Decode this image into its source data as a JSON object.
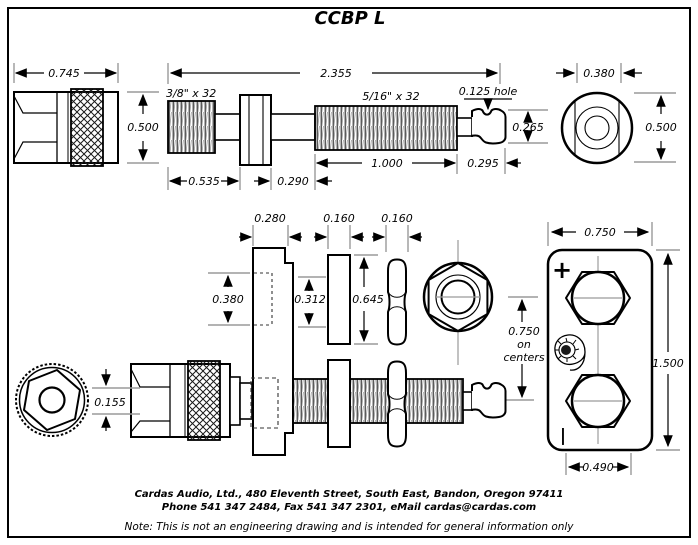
{
  "title": "CCBP L",
  "dims": {
    "cap_width": "0.745",
    "cap_height": "0.500",
    "overall_length": "2.355",
    "thread1_spec": "3/8\" x 32",
    "thread2_spec": "5/16\" x 32",
    "hole_note": "0.125 hole",
    "tip_height": "0.265",
    "thread2_length": "1.000",
    "tip_length": "0.295",
    "thread1_length": "0.535",
    "hex_length": "0.290",
    "front_flat": "0.380",
    "front_diameter": "0.500",
    "flange_width": "0.280",
    "washer_width": "0.160",
    "nut_width": "0.160",
    "flange_bore": "0.380",
    "washer_bore": "0.312",
    "washer_od": "0.645",
    "centers_value": "0.750",
    "centers_line2": "on",
    "centers_line3": "centers",
    "panel_width": "0.750",
    "panel_height": "1.500",
    "panel_hole_span": "0.490",
    "nut_hole": "0.155"
  },
  "marks": {
    "plus": "+",
    "minus": "|"
  },
  "footer": {
    "address": "Cardas Audio, Ltd., 480 Eleventh Street, South East, Bandon, Oregon 97411",
    "contact": "Phone 541 347 2484, Fax 541 347 2301, eMail cardas@cardas.com",
    "note": "Note:  This is not an engineering drawing and is intended for general information only"
  },
  "colors": {
    "line": "#000000",
    "extension": "#9a9a9a",
    "background": "#ffffff"
  }
}
